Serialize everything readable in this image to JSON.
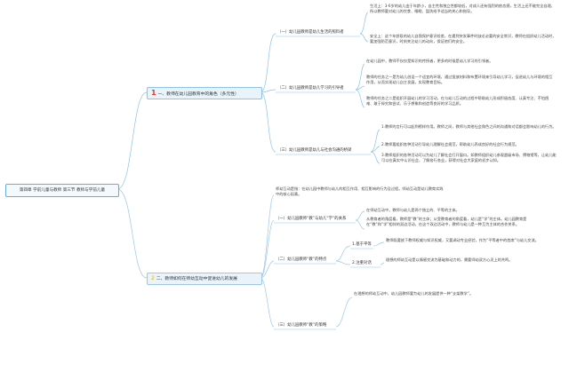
{
  "root": {
    "label": "第四章 学前儿童与教师 第三节 教师与学前儿童"
  },
  "branch1": {
    "number": "1",
    "label": "一、教师在幼儿园教育中的角色（多元性）",
    "children": [
      {
        "label": "（一）幼儿园教师是幼儿生活的照料者",
        "notes": [
          "生活上：3-6岁的幼儿由于年龄小，自主性和独立性都较低，对成人还有强烈的依恋感，生活上还不能完全自理，所以教师要对幼儿的饮食、睡眠、盥洗给予适当的关心和指导。",
          "安全上：这个年龄段的幼儿自我保护意识较差，在遇到突发事件时缺乏必要的安全常识，教师在组织幼儿活动时，要加强防范意识，时刻关注幼儿的动向，保证他们的安全。"
        ]
      },
      {
        "label": "（二）幼儿园教师是幼儿学习的引导者",
        "notes": [
          "在幼儿园中，教师不仅仅是知识的传授者，更多的时候是幼儿学习的引领者。",
          "教师的任务之一是为幼儿创设一个适宜的环境，通过投放材料和布置环境来引导幼儿学习，促进幼儿与环境的相互作用，从而实现幼儿自主发展，实现教育目标。",
          "教师的任务之二是组织开展幼儿的学习活动，在与幼儿互动的过程中帮助幼儿形成积极态度、认真专注、不怕困难、敢于探究和尝试、乐于想象和创造等良好的学习品质。"
        ]
      },
      {
        "label": "（三）幼儿园教师是幼儿与社会沟通的桥梁",
        "notes": [
          "1.教师的言行可以起到榜样作用。教师之间，教师与其他社会角色之间的沟通和对话都会影响幼儿的行为。",
          "2.教师要组织各种活动引导幼儿理解社会规范，帮助幼儿养成良好的社会行为规范。",
          "3.教师组织的各种活动可以为幼儿了解社会打开窗口。如教师组织幼儿参观超级市场、博物馆等，让幼儿能可以在真实中认识社会，了解各行各业，获得对社会大家庭的初步认知。"
        ]
      }
    ]
  },
  "branch2": {
    "number": "2",
    "label": "二、教师如何在师幼互动中促进幼儿的发展",
    "intro": "师幼互动是指：在幼儿园中教师与幼儿的相互作用、相互影响的行为及过程。师幼互动是幼儿教育实践中的核心因素。",
    "children": [
      {
        "label": "（一）幼儿园教师“教”与幼儿“学”的关系",
        "notes": [
          "在师幼互动中，教师与幼儿是两个独立的、平等的主体。",
          "从教育者的角度看，教师是“教”的主体；从受教育者的角度看，幼儿是“学”的主体。幼儿园教育是在“教”和“学”相伴的双边活动，在这个双边活动中，教师与幼儿是一种互为主体的合作关系。"
        ]
      },
      {
        "label": "（二）幼儿园教师“教”的特点",
        "points": [
          {
            "label": "1.基于平等",
            "note": "教师既要放下教师权威与知识权威，又要调动专业经验，作为“平等者中的首席”与幼儿交流。"
          },
          {
            "label": "2.注重对话",
            "note": "理想的师幼互动是以情感交流为基础和动力的，需要师幼双方心灵上的共鸣。"
          }
        ]
      },
      {
        "label": "（三）幼儿园教师“教”的策略",
        "notes": [
          "在理想的师幼互动中，幼儿园教师要为幼儿的发展提供一种“支架教学”。"
        ]
      }
    ]
  }
}
